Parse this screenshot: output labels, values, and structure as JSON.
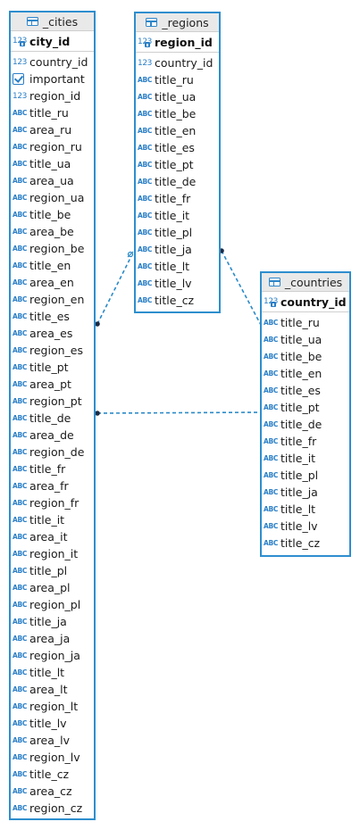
{
  "tables": {
    "cities": {
      "title": "_cities",
      "pk": {
        "name": "city_id",
        "type": "int"
      },
      "columns": [
        {
          "name": "country_id",
          "type": "int"
        },
        {
          "name": "important",
          "type": "bool"
        },
        {
          "name": "region_id",
          "type": "int"
        },
        {
          "name": "title_ru",
          "type": "abc"
        },
        {
          "name": "area_ru",
          "type": "abc"
        },
        {
          "name": "region_ru",
          "type": "abc"
        },
        {
          "name": "title_ua",
          "type": "abc"
        },
        {
          "name": "area_ua",
          "type": "abc"
        },
        {
          "name": "region_ua",
          "type": "abc"
        },
        {
          "name": "title_be",
          "type": "abc"
        },
        {
          "name": "area_be",
          "type": "abc"
        },
        {
          "name": "region_be",
          "type": "abc"
        },
        {
          "name": "title_en",
          "type": "abc"
        },
        {
          "name": "area_en",
          "type": "abc"
        },
        {
          "name": "region_en",
          "type": "abc"
        },
        {
          "name": "title_es",
          "type": "abc"
        },
        {
          "name": "area_es",
          "type": "abc"
        },
        {
          "name": "region_es",
          "type": "abc"
        },
        {
          "name": "title_pt",
          "type": "abc"
        },
        {
          "name": "area_pt",
          "type": "abc"
        },
        {
          "name": "region_pt",
          "type": "abc"
        },
        {
          "name": "title_de",
          "type": "abc"
        },
        {
          "name": "area_de",
          "type": "abc"
        },
        {
          "name": "region_de",
          "type": "abc"
        },
        {
          "name": "title_fr",
          "type": "abc"
        },
        {
          "name": "area_fr",
          "type": "abc"
        },
        {
          "name": "region_fr",
          "type": "abc"
        },
        {
          "name": "title_it",
          "type": "abc"
        },
        {
          "name": "area_it",
          "type": "abc"
        },
        {
          "name": "region_it",
          "type": "abc"
        },
        {
          "name": "title_pl",
          "type": "abc"
        },
        {
          "name": "area_pl",
          "type": "abc"
        },
        {
          "name": "region_pl",
          "type": "abc"
        },
        {
          "name": "title_ja",
          "type": "abc"
        },
        {
          "name": "area_ja",
          "type": "abc"
        },
        {
          "name": "region_ja",
          "type": "abc"
        },
        {
          "name": "title_lt",
          "type": "abc"
        },
        {
          "name": "area_lt",
          "type": "abc"
        },
        {
          "name": "region_lt",
          "type": "abc"
        },
        {
          "name": "title_lv",
          "type": "abc"
        },
        {
          "name": "area_lv",
          "type": "abc"
        },
        {
          "name": "region_lv",
          "type": "abc"
        },
        {
          "name": "title_cz",
          "type": "abc"
        },
        {
          "name": "area_cz",
          "type": "abc"
        },
        {
          "name": "region_cz",
          "type": "abc"
        }
      ]
    },
    "regions": {
      "title": "_regions",
      "pk": {
        "name": "region_id",
        "type": "int"
      },
      "columns": [
        {
          "name": "country_id",
          "type": "int"
        },
        {
          "name": "title_ru",
          "type": "abc"
        },
        {
          "name": "title_ua",
          "type": "abc"
        },
        {
          "name": "title_be",
          "type": "abc"
        },
        {
          "name": "title_en",
          "type": "abc"
        },
        {
          "name": "title_es",
          "type": "abc"
        },
        {
          "name": "title_pt",
          "type": "abc"
        },
        {
          "name": "title_de",
          "type": "abc"
        },
        {
          "name": "title_fr",
          "type": "abc"
        },
        {
          "name": "title_it",
          "type": "abc"
        },
        {
          "name": "title_pl",
          "type": "abc"
        },
        {
          "name": "title_ja",
          "type": "abc"
        },
        {
          "name": "title_lt",
          "type": "abc"
        },
        {
          "name": "title_lv",
          "type": "abc"
        },
        {
          "name": "title_cz",
          "type": "abc"
        }
      ]
    },
    "countries": {
      "title": "_countries",
      "pk": {
        "name": "country_id",
        "type": "int"
      },
      "columns": [
        {
          "name": "title_ru",
          "type": "abc"
        },
        {
          "name": "title_ua",
          "type": "abc"
        },
        {
          "name": "title_be",
          "type": "abc"
        },
        {
          "name": "title_en",
          "type": "abc"
        },
        {
          "name": "title_es",
          "type": "abc"
        },
        {
          "name": "title_pt",
          "type": "abc"
        },
        {
          "name": "title_de",
          "type": "abc"
        },
        {
          "name": "title_fr",
          "type": "abc"
        },
        {
          "name": "title_it",
          "type": "abc"
        },
        {
          "name": "title_pl",
          "type": "abc"
        },
        {
          "name": "title_ja",
          "type": "abc"
        },
        {
          "name": "title_lt",
          "type": "abc"
        },
        {
          "name": "title_lv",
          "type": "abc"
        },
        {
          "name": "title_cz",
          "type": "abc"
        }
      ]
    }
  },
  "type_icons": {
    "abc": "ABC",
    "int": "123"
  },
  "colors": {
    "border": "#2e8ece",
    "header_bg": "#e9e9e9",
    "link": "#2a8ac8",
    "icon": "#2a7fc7"
  }
}
